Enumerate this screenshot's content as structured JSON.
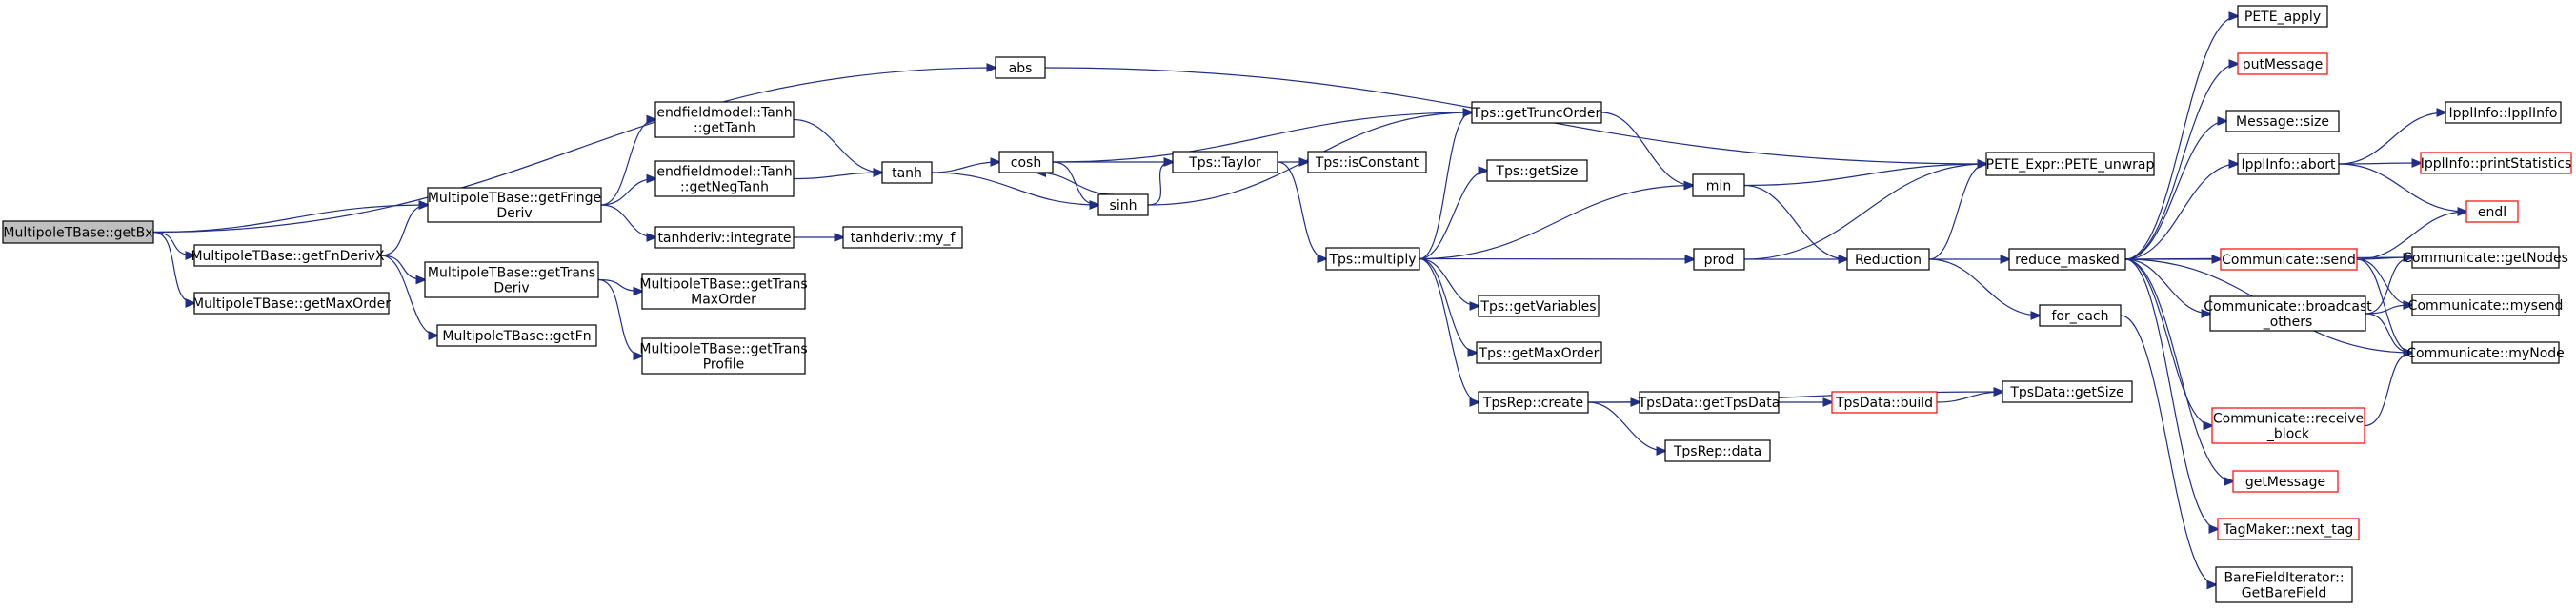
{
  "colors": {
    "edge": "#1f2f86",
    "root_fill": "#bfbfbf",
    "node_border": "#000000",
    "missing_node_border": "#ff0000"
  },
  "nodes": {
    "getBx": {
      "lines": [
        "MultipoleTBase::getBx"
      ],
      "style": "root"
    },
    "abs": {
      "lines": [
        "abs"
      ],
      "style": "normal"
    },
    "getFringeDeriv": {
      "lines": [
        "MultipoleTBase::getFringe",
        "Deriv"
      ],
      "style": "normal"
    },
    "getFnDerivX": {
      "lines": [
        "MultipoleTBase::getFnDerivX"
      ],
      "style": "normal"
    },
    "getMaxOrder": {
      "lines": [
        "MultipoleTBase::getMaxOrder"
      ],
      "style": "normal"
    },
    "getTanh": {
      "lines": [
        "endfieldmodel::Tanh",
        "::getTanh"
      ],
      "style": "normal"
    },
    "getNegTanh": {
      "lines": [
        "endfieldmodel::Tanh",
        "::getNegTanh"
      ],
      "style": "normal"
    },
    "integrate": {
      "lines": [
        "tanhderiv::integrate"
      ],
      "style": "normal"
    },
    "getTransDeriv": {
      "lines": [
        "MultipoleTBase::getTrans",
        "Deriv"
      ],
      "style": "normal"
    },
    "getFn": {
      "lines": [
        "MultipoleTBase::getFn"
      ],
      "style": "normal"
    },
    "getTransMaxOrder": {
      "lines": [
        "MultipoleTBase::getTrans",
        "MaxOrder"
      ],
      "style": "normal"
    },
    "getTransProfile": {
      "lines": [
        "MultipoleTBase::getTrans",
        "Profile"
      ],
      "style": "normal"
    },
    "tanh": {
      "lines": [
        "tanh"
      ],
      "style": "normal"
    },
    "my_f": {
      "lines": [
        "tanhderiv::my_f"
      ],
      "style": "normal"
    },
    "cosh": {
      "lines": [
        "cosh"
      ],
      "style": "normal"
    },
    "sinh": {
      "lines": [
        "sinh"
      ],
      "style": "normal"
    },
    "taylor": {
      "lines": [
        "Tps::Taylor"
      ],
      "style": "normal"
    },
    "isConstant": {
      "lines": [
        "Tps::isConstant"
      ],
      "style": "normal"
    },
    "multiply": {
      "lines": [
        "Tps::multiply"
      ],
      "style": "normal"
    },
    "getTruncOrder": {
      "lines": [
        "Tps::getTruncOrder"
      ],
      "style": "normal"
    },
    "getSize": {
      "lines": [
        "Tps::getSize"
      ],
      "style": "normal"
    },
    "getVariables": {
      "lines": [
        "Tps::getVariables"
      ],
      "style": "normal"
    },
    "tpsGetMaxOrder": {
      "lines": [
        "Tps::getMaxOrder"
      ],
      "style": "normal"
    },
    "create": {
      "lines": [
        "TpsRep::create"
      ],
      "style": "normal"
    },
    "getTpsData": {
      "lines": [
        "TpsData::getTpsData"
      ],
      "style": "normal"
    },
    "repData": {
      "lines": [
        "TpsRep::data"
      ],
      "style": "normal"
    },
    "build": {
      "lines": [
        "TpsData::build"
      ],
      "style": "red"
    },
    "dataGetSize": {
      "lines": [
        "TpsData::getSize"
      ],
      "style": "normal"
    },
    "min": {
      "lines": [
        "min"
      ],
      "style": "normal"
    },
    "prod": {
      "lines": [
        "prod"
      ],
      "style": "normal"
    },
    "reduction": {
      "lines": [
        "Reduction"
      ],
      "style": "normal"
    },
    "unwrap": {
      "lines": [
        "PETE_Expr::PETE_unwrap"
      ],
      "style": "normal"
    },
    "reduceMasked": {
      "lines": [
        "reduce_masked"
      ],
      "style": "normal"
    },
    "forEach": {
      "lines": [
        "for_each"
      ],
      "style": "normal"
    },
    "peteApply": {
      "lines": [
        "PETE_apply"
      ],
      "style": "normal"
    },
    "putMessage": {
      "lines": [
        "putMessage"
      ],
      "style": "red"
    },
    "msgSize": {
      "lines": [
        "Message::size"
      ],
      "style": "normal"
    },
    "ipplAbort": {
      "lines": [
        "IpplInfo::abort"
      ],
      "style": "normal"
    },
    "commSend": {
      "lines": [
        "Communicate::send"
      ],
      "style": "red"
    },
    "broadcastOthers": {
      "lines": [
        "Communicate::broadcast",
        "_others"
      ],
      "style": "normal"
    },
    "receiveBlock": {
      "lines": [
        "Communicate::receive",
        "_block"
      ],
      "style": "red"
    },
    "getMessage": {
      "lines": [
        "getMessage"
      ],
      "style": "red"
    },
    "nextTag": {
      "lines": [
        "TagMaker::next_tag"
      ],
      "style": "red"
    },
    "bareField": {
      "lines": [
        "BareFieldIterator::",
        "GetBareField"
      ],
      "style": "normal"
    },
    "ipplInfo": {
      "lines": [
        "IpplInfo::IpplInfo"
      ],
      "style": "normal"
    },
    "printStats": {
      "lines": [
        "IpplInfo::printStatistics"
      ],
      "style": "red"
    },
    "endl": {
      "lines": [
        "endl"
      ],
      "style": "red"
    },
    "getNodes": {
      "lines": [
        "Communicate::getNodes"
      ],
      "style": "normal"
    },
    "mysend": {
      "lines": [
        "Communicate::mysend"
      ],
      "style": "normal"
    },
    "myNode": {
      "lines": [
        "Communicate::myNode"
      ],
      "style": "normal"
    }
  },
  "edges": [
    [
      "getBx",
      "abs"
    ],
    [
      "getBx",
      "getFringeDeriv"
    ],
    [
      "getBx",
      "getFnDerivX"
    ],
    [
      "getBx",
      "getMaxOrder"
    ],
    [
      "abs",
      "unwrap"
    ],
    [
      "getFringeDeriv",
      "getTanh"
    ],
    [
      "getFringeDeriv",
      "getNegTanh"
    ],
    [
      "getFringeDeriv",
      "integrate"
    ],
    [
      "getFnDerivX",
      "getFringeDeriv"
    ],
    [
      "getFnDerivX",
      "getTransDeriv"
    ],
    [
      "getFnDerivX",
      "getFn"
    ],
    [
      "getTransDeriv",
      "getTransMaxOrder"
    ],
    [
      "getTransDeriv",
      "getTransProfile"
    ],
    [
      "getTanh",
      "tanh"
    ],
    [
      "getNegTanh",
      "tanh"
    ],
    [
      "integrate",
      "my_f"
    ],
    [
      "tanh",
      "cosh"
    ],
    [
      "tanh",
      "sinh"
    ],
    [
      "cosh",
      "sinh"
    ],
    [
      "cosh",
      "taylor"
    ],
    [
      "cosh",
      "getTruncOrder"
    ],
    [
      "sinh",
      "cosh"
    ],
    [
      "sinh",
      "taylor"
    ],
    [
      "sinh",
      "getTruncOrder"
    ],
    [
      "taylor",
      "isConstant"
    ],
    [
      "taylor",
      "multiply"
    ],
    [
      "multiply",
      "getTruncOrder"
    ],
    [
      "multiply",
      "getSize"
    ],
    [
      "multiply",
      "min"
    ],
    [
      "multiply",
      "prod"
    ],
    [
      "multiply",
      "getVariables"
    ],
    [
      "multiply",
      "tpsGetMaxOrder"
    ],
    [
      "multiply",
      "create"
    ],
    [
      "getTruncOrder",
      "min"
    ],
    [
      "create",
      "getTpsData"
    ],
    [
      "create",
      "dataGetSize"
    ],
    [
      "create",
      "repData"
    ],
    [
      "getTpsData",
      "build"
    ],
    [
      "build",
      "dataGetSize"
    ],
    [
      "min",
      "unwrap"
    ],
    [
      "min",
      "reduction"
    ],
    [
      "prod",
      "unwrap"
    ],
    [
      "prod",
      "reduction"
    ],
    [
      "reduction",
      "unwrap"
    ],
    [
      "reduction",
      "reduceMasked"
    ],
    [
      "reduction",
      "forEach"
    ],
    [
      "forEach",
      "bareField"
    ],
    [
      "reduceMasked",
      "peteApply"
    ],
    [
      "reduceMasked",
      "putMessage"
    ],
    [
      "reduceMasked",
      "msgSize"
    ],
    [
      "reduceMasked",
      "ipplAbort"
    ],
    [
      "reduceMasked",
      "commSend"
    ],
    [
      "reduceMasked",
      "broadcastOthers"
    ],
    [
      "reduceMasked",
      "receiveBlock"
    ],
    [
      "reduceMasked",
      "getMessage"
    ],
    [
      "reduceMasked",
      "nextTag"
    ],
    [
      "reduceMasked",
      "getNodes"
    ],
    [
      "reduceMasked",
      "myNode"
    ],
    [
      "ipplAbort",
      "ipplInfo"
    ],
    [
      "ipplAbort",
      "printStats"
    ],
    [
      "ipplAbort",
      "endl"
    ],
    [
      "commSend",
      "endl"
    ],
    [
      "commSend",
      "getNodes"
    ],
    [
      "commSend",
      "mysend"
    ],
    [
      "commSend",
      "myNode"
    ],
    [
      "broadcastOthers",
      "getNodes"
    ],
    [
      "broadcastOthers",
      "mysend"
    ],
    [
      "broadcastOthers",
      "myNode"
    ],
    [
      "receiveBlock",
      "myNode"
    ]
  ]
}
